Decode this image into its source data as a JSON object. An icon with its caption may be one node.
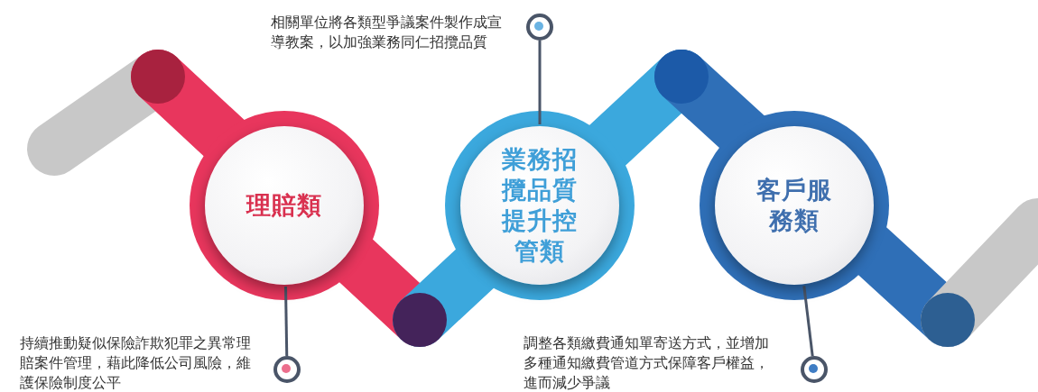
{
  "diagram": {
    "nodes": [
      {
        "text": [
          "理賠類"
        ]
      },
      {
        "text": [
          "業務招攬品質提升控管類"
        ]
      },
      {
        "text": [
          "客戶服務類"
        ]
      },
      {
        "text": [],
        "shape": "circle",
        "beside": [
          "相關單位將各類型爭議案件製作成宣導教案，以加強業務同仁招攬品質"
        ]
      },
      {
        "text": [],
        "shape": "circle",
        "beside": [
          "持續推動疑似保險詐欺犯罪之異常理賠案件管理，藉此降低公司風險，維護保險制度公平"
        ]
      },
      {
        "text": [],
        "shape": "circle",
        "beside": [
          "調整各類繳費通知單寄送方式，並增加多種通知繳費管道方式保障客戶權益，進而減少爭議"
        ]
      }
    ],
    "edges": [
      {
        "from": 1,
        "to": 3,
        "arrow": "none"
      },
      {
        "from": 0,
        "to": 4,
        "arrow": "none"
      },
      {
        "from": 2,
        "to": 5,
        "arrow": "none"
      }
    ]
  }
}
